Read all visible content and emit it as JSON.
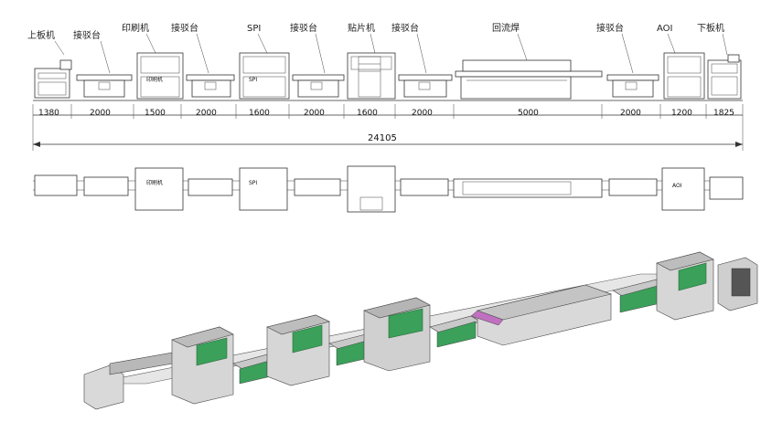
{
  "elevation": {
    "labels": {
      "loader": "上板机",
      "conv1": "接驳台",
      "printer": "印刷机",
      "conv2": "接驳台",
      "spi": "SPI",
      "conv3": "接驳台",
      "mounter": "贴片机",
      "conv4": "接驳台",
      "reflow": "回流焊",
      "conv5": "接驳台",
      "aoi": "AOI",
      "unloader": "下板机"
    },
    "dimensions": [
      "1380",
      "2000",
      "1500",
      "2000",
      "1600",
      "2000",
      "1600",
      "2000",
      "5000",
      "2000",
      "1200",
      "1825"
    ],
    "total": "24105",
    "machine_text": {
      "printer": "印刷机",
      "spi": "SPI"
    }
  },
  "plan": {
    "machine_text": {
      "printer": "印刷机",
      "spi": "SPI",
      "aoi": "AOI"
    }
  }
}
